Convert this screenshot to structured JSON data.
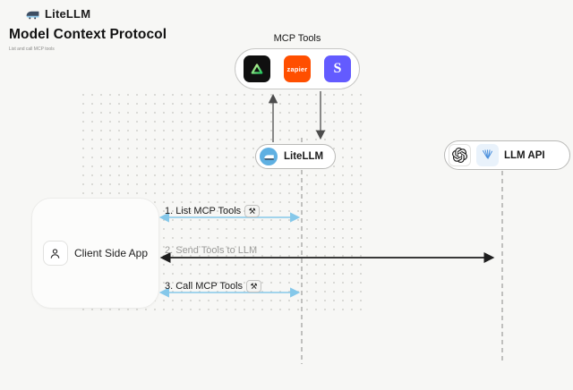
{
  "header": {
    "brand": "LiteLLM",
    "title": "Model Context Protocol",
    "subtitle": "List and call MCP tools"
  },
  "diagram": {
    "mcp_tools": {
      "label": "MCP Tools",
      "zapier_text": "zapier",
      "stripe_text": "S",
      "tile_icons": [
        "composio-triangle-icon",
        "zapier-logo",
        "stripe-logo"
      ]
    },
    "litellm_node": {
      "label": "LiteLLM"
    },
    "llm_api_node": {
      "label": "LLM API",
      "icons": [
        "openai-logo",
        "llm-provider-icon"
      ]
    },
    "client_node": {
      "label": "Client Side App",
      "icon": "person-icon"
    },
    "messages": [
      {
        "label": "1. List MCP Tools",
        "has_tool_badge": true,
        "arrow_color": "blue"
      },
      {
        "label": "2. Send Tools to LLM",
        "has_tool_badge": false,
        "arrow_color": "black"
      },
      {
        "label": "3. Call MCP Tools",
        "has_tool_badge": true,
        "arrow_color": "blue"
      }
    ]
  },
  "icons": {
    "tool_badge": "⚒"
  },
  "colors": {
    "background": "#f7f7f5",
    "arrow_blue": "#85c8ea",
    "arrow_black": "#1e1e1e",
    "zapier_orange": "#ff4f00",
    "stripe_purple": "#635bff",
    "litellm_blue": "#5fb0e2",
    "lifeline_gray": "#adadab"
  }
}
